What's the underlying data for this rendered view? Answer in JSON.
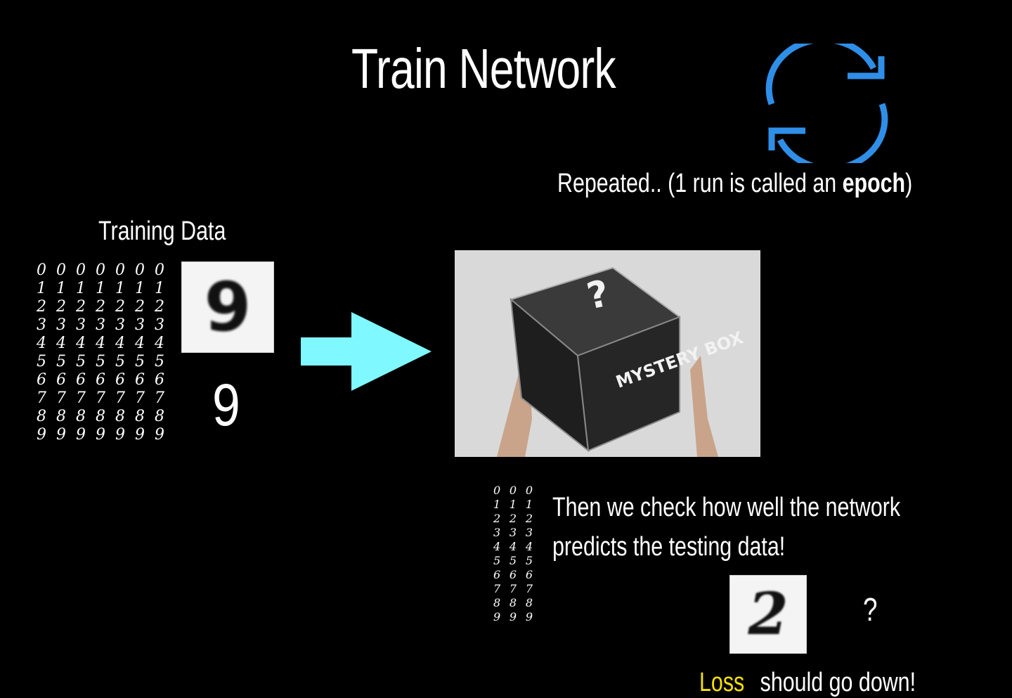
{
  "title": "Train Network",
  "refresh_icon": {
    "name": "refresh-cycle-icon",
    "color": "#2f8fe8"
  },
  "epoch_caption": {
    "prefix": "Repeated.. (1 run is called an ",
    "emphasis": "epoch",
    "suffix": ")"
  },
  "training": {
    "label": "Training Data",
    "digit_rows": [
      [
        "0",
        "0",
        "0",
        "0",
        "0",
        "0",
        "0"
      ],
      [
        "1",
        "1",
        "1",
        "1",
        "1",
        "1",
        "1"
      ],
      [
        "2",
        "2",
        "2",
        "2",
        "2",
        "2",
        "2"
      ],
      [
        "3",
        "3",
        "3",
        "3",
        "3",
        "3",
        "3"
      ],
      [
        "4",
        "4",
        "4",
        "4",
        "4",
        "4",
        "4"
      ],
      [
        "5",
        "5",
        "5",
        "5",
        "5",
        "5",
        "5"
      ],
      [
        "6",
        "6",
        "6",
        "6",
        "6",
        "6",
        "6"
      ],
      [
        "7",
        "7",
        "7",
        "7",
        "7",
        "7",
        "7"
      ],
      [
        "8",
        "8",
        "8",
        "8",
        "8",
        "8",
        "8"
      ],
      [
        "9",
        "9",
        "9",
        "9",
        "9",
        "9",
        "9"
      ]
    ],
    "sample_digit": "9",
    "sample_label": "9"
  },
  "arrow": {
    "name": "right-arrow-icon",
    "color": "#7ff9ff"
  },
  "mystery_box": {
    "brand": "MYSTERY BOX"
  },
  "testing": {
    "digit_rows": [
      [
        "0",
        "0",
        "0"
      ],
      [
        "1",
        "1",
        "1"
      ],
      [
        "2",
        "2",
        "2"
      ],
      [
        "3",
        "3",
        "3"
      ],
      [
        "4",
        "4",
        "4"
      ],
      [
        "5",
        "5",
        "5"
      ],
      [
        "6",
        "6",
        "6"
      ],
      [
        "7",
        "7",
        "7"
      ],
      [
        "8",
        "8",
        "8"
      ],
      [
        "9",
        "9",
        "9"
      ]
    ],
    "text_line1": "Then we check how well the network",
    "text_line2": "predicts the testing data!",
    "sample_digit": "2",
    "question": "?"
  },
  "loss": {
    "word": "Loss",
    "text": "should go down!",
    "color": "#f5e000"
  }
}
